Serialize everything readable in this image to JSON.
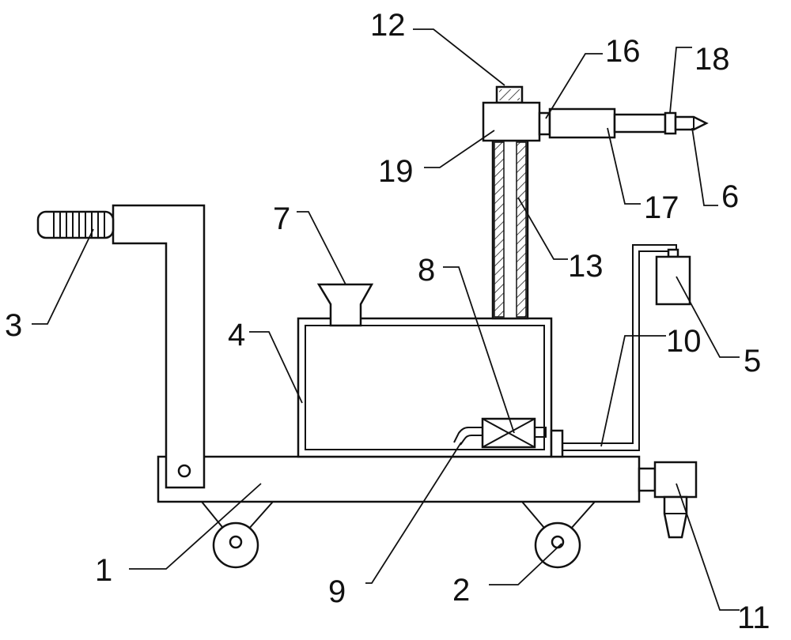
{
  "figure": {
    "labels": {
      "l1": "1",
      "l2": "2",
      "l3": "3",
      "l4": "4",
      "l5": "5",
      "l6": "6",
      "l7": "7",
      "l8": "8",
      "l9": "9",
      "l10": "10",
      "l11": "11",
      "l12": "12",
      "l13": "13",
      "l16": "16",
      "l17": "17",
      "l18": "18",
      "l19": "19"
    }
  }
}
